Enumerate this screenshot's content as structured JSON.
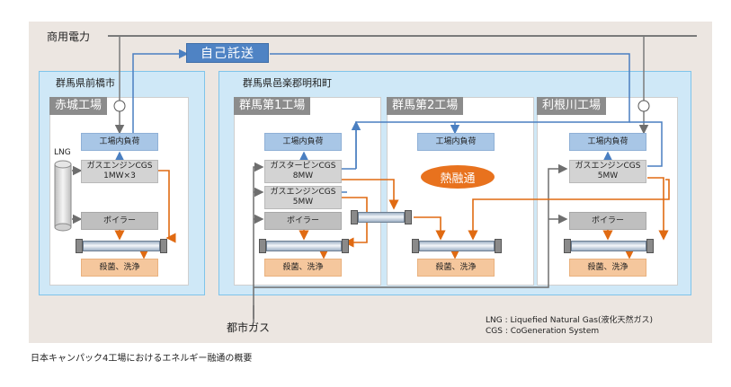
{
  "labels": {
    "commercial_power": "商用電力",
    "self_wheeling": "自己託送",
    "city_gas": "都市ガス",
    "heat_sharing": "熱融通",
    "lng_tank": "LNG",
    "caption": "日本キャンパック4工場におけるエネルギー融通の概要"
  },
  "legend": {
    "lng": "LNG : Liquefied Natural Gas(液化天然ガス)",
    "cgs": "CGS : CoGeneration System"
  },
  "regions": {
    "maebashi": "群馬県前橋市",
    "oura": "群馬県邑楽郡明和町"
  },
  "plants": {
    "akagi": {
      "title": "赤城工場",
      "load": "工場内負荷",
      "engine": {
        "line1": "ガスエンジンCGS",
        "line2": "1MW×3"
      },
      "boiler": "ボイラー",
      "wash": "殺菌、洗浄"
    },
    "gunma1": {
      "title": "群馬第1工場",
      "load": "工場内負荷",
      "turbine": {
        "line1": "ガスタービンCGS",
        "line2": "8MW"
      },
      "engine": {
        "line1": "ガスエンジンCGS",
        "line2": "5MW"
      },
      "boiler": "ボイラー",
      "wash": "殺菌、洗浄"
    },
    "gunma2": {
      "title": "群馬第2工場",
      "load": "工場内負荷",
      "wash": "殺菌、洗浄"
    },
    "tonegawa": {
      "title": "利根川工場",
      "load": "工場内負荷",
      "engine": {
        "line1": "ガスエンジンCGS",
        "line2": "5MW"
      },
      "boiler": "ボイラー",
      "wash": "殺菌、洗浄"
    }
  },
  "colors": {
    "power_line": "#7a7a7a",
    "electric": "#4a7fc1",
    "heat": "#e06a12",
    "gas": "#6e6e6e"
  }
}
